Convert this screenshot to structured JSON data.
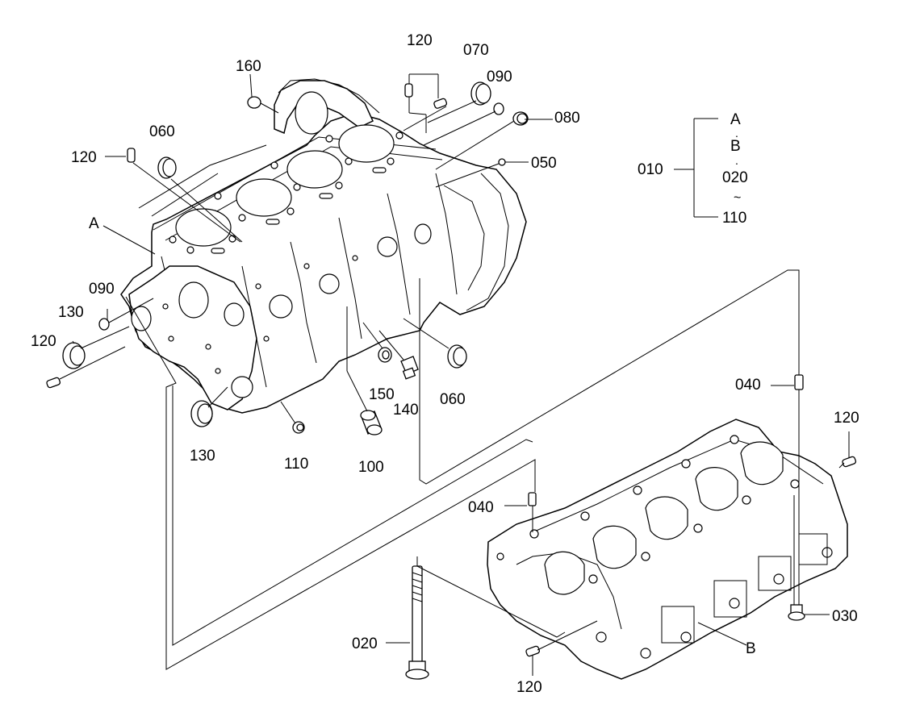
{
  "diagram": {
    "legend": {
      "group_label": "010",
      "members": [
        "A",
        "B",
        "020",
        "110"
      ],
      "separators": [
        ".",
        ".",
        "~"
      ]
    },
    "callouts": {
      "c160": "160",
      "c120_top": "120",
      "c070": "070",
      "c090_top": "090",
      "c080": "080",
      "c050": "050",
      "c060_top": "060",
      "c120_left": "120",
      "cA": "A",
      "c090_left": "090",
      "c130_left": "130",
      "c120_lower_left": "120",
      "c130_bottom": "130",
      "c110": "110",
      "c100": "100",
      "c150": "150",
      "c140": "140",
      "c060_right": "060",
      "c040_upper": "040",
      "c040_lower": "040",
      "c120_right": "120",
      "c030": "030",
      "c020": "020",
      "cB": "B",
      "c120_bottom": "120"
    }
  }
}
